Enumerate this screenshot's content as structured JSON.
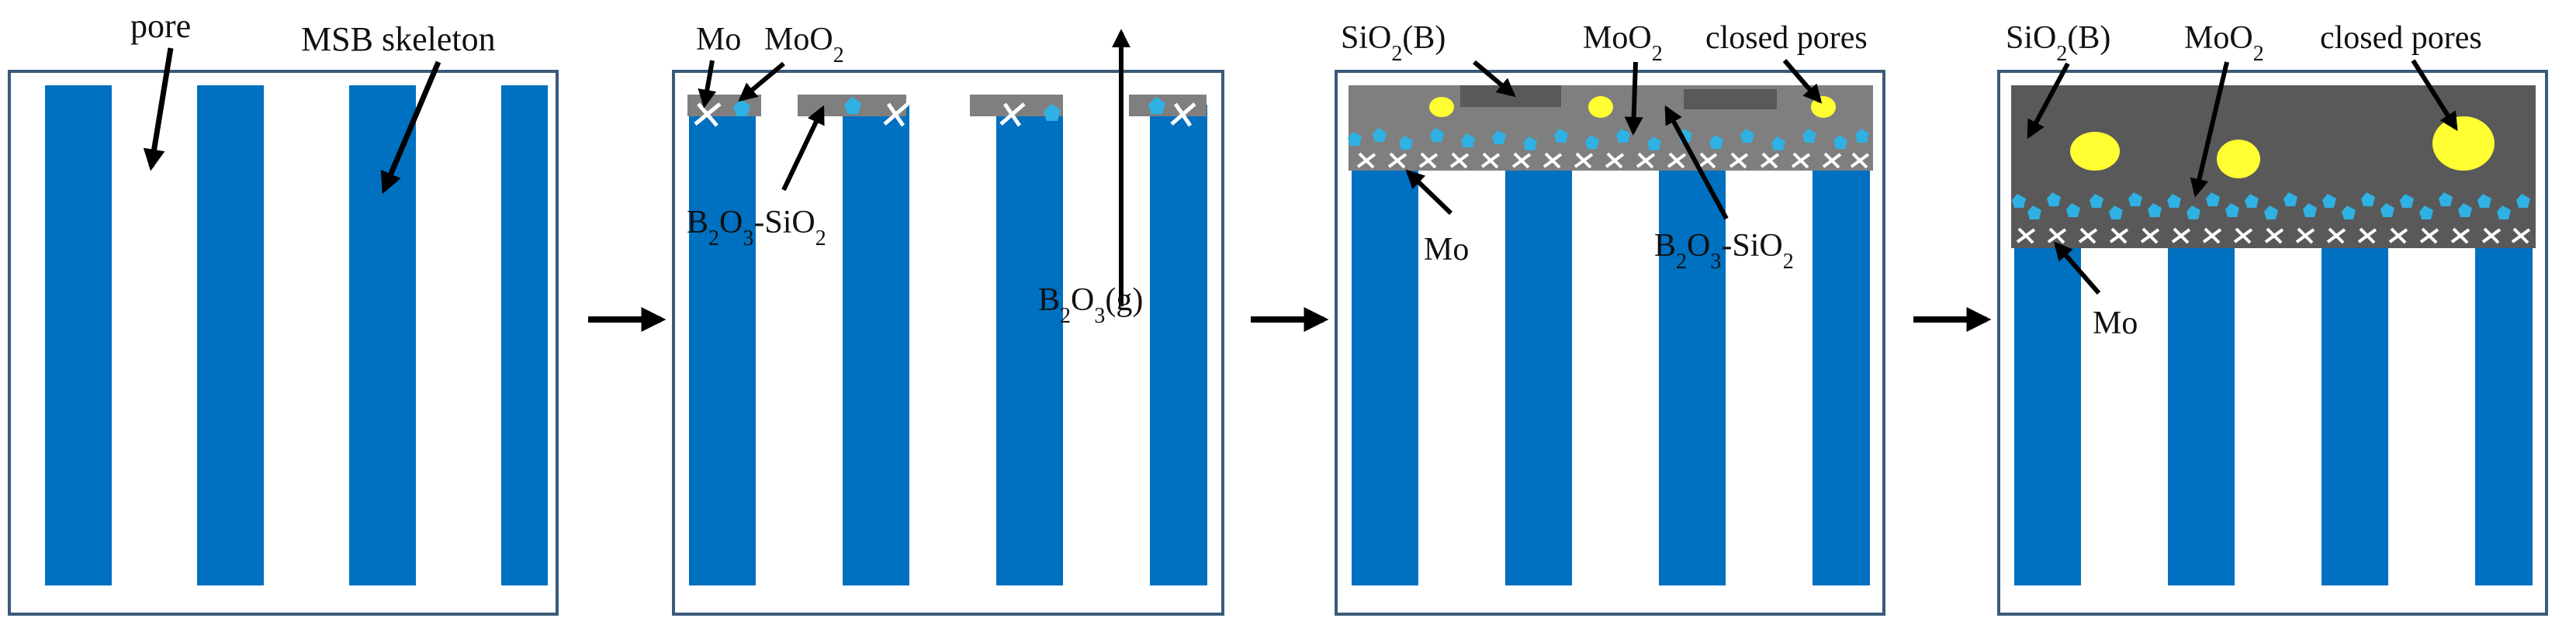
{
  "colors": {
    "skeleton": "#0070c0",
    "layer": "#8c8c8c",
    "layer_dark": "#595959",
    "block": "#666666",
    "oxide": "#2fb1e3",
    "pore_bubble": "#ffff33",
    "frame": "#3a5a7a",
    "arrow": "#000000"
  },
  "panel1": {
    "pore": "pore",
    "skeleton": "MSB skeleton"
  },
  "panel2": {
    "mo": "Mo",
    "moo2_main": "MoO",
    "moo2_sub": "2",
    "b2o3_a": "B",
    "b2o3_sub1": "2",
    "b2o3_b": "O",
    "b2o3_sub2": "3",
    "b2o3_c": "-SiO",
    "b2o3_sub3": "2",
    "gas_a": "B",
    "gas_sub1": "2",
    "gas_b": "O",
    "gas_sub2": "3",
    "gas_c": "(g)"
  },
  "panel3": {
    "sio2_a": "SiO",
    "sio2_sub": "2",
    "sio2_b": "(B)",
    "moo2_main": "MoO",
    "moo2_sub": "2",
    "closed": "closed pores",
    "mo": "Mo",
    "b2o3_a": "B",
    "b2o3_sub1": "2",
    "b2o3_b": "O",
    "b2o3_sub2": "3",
    "b2o3_c": "-SiO",
    "b2o3_sub3": "2"
  },
  "panel4": {
    "sio2_a": "SiO",
    "sio2_sub": "2",
    "sio2_b": "(B)",
    "moo2_main": "MoO",
    "moo2_sub": "2",
    "closed": "closed pores",
    "mo": "Mo"
  }
}
